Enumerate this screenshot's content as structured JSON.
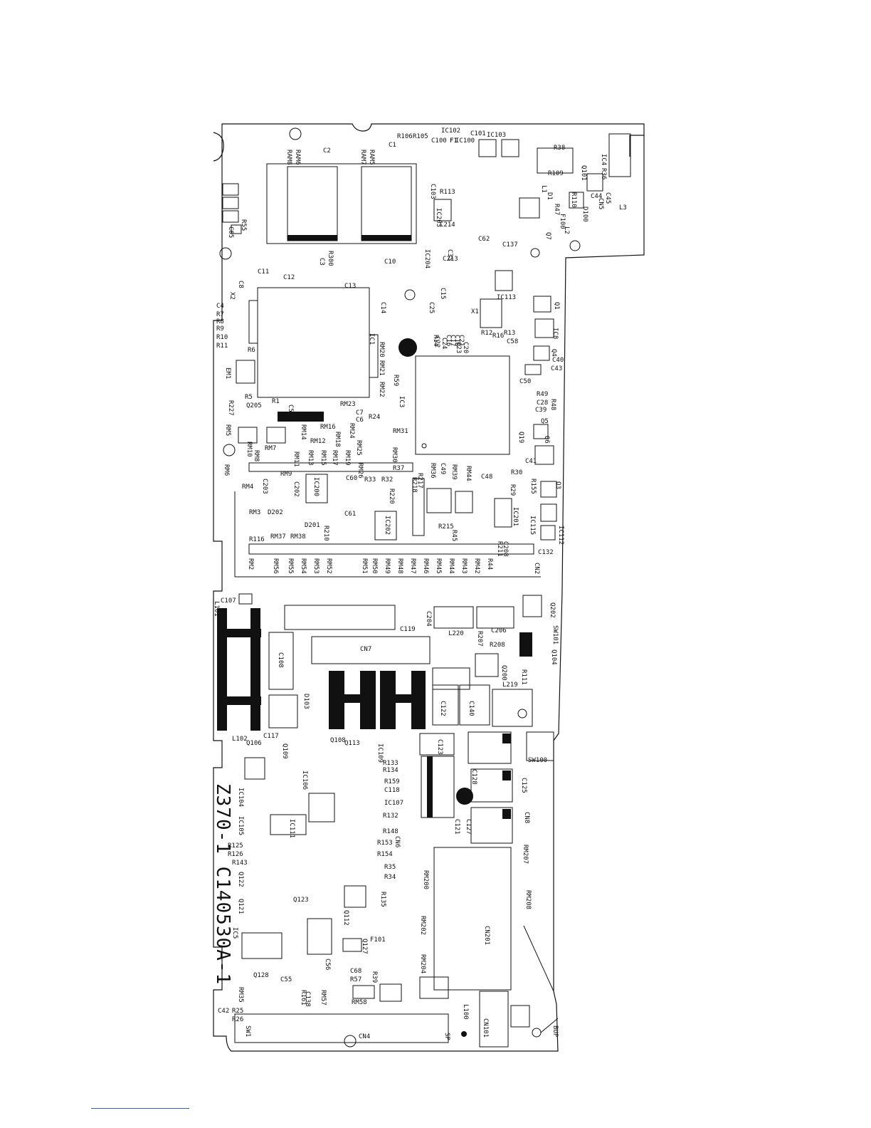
{
  "board_id": "Z370-1  C140530A-1",
  "labels": [
    "R106",
    "R105",
    "IC102",
    "C101",
    "IC103",
    "C100",
    "F1",
    "IC100",
    "C1",
    "RAM6",
    "RAM8",
    "C2",
    "RAM5",
    "RAM7",
    "R38",
    "IC4",
    "R36",
    "C44",
    "C45",
    "L3",
    "CN5",
    "D100",
    "R110",
    "R109",
    "Q101",
    "L1",
    "D1",
    "R47",
    "F100",
    "L2",
    "Q7",
    "C137",
    "C62",
    "IC113",
    "X1",
    "Q1",
    "IC8",
    "Q4",
    "C40",
    "C43",
    "C50",
    "R49",
    "R48",
    "C28",
    "C39",
    "Q5",
    "Q6",
    "Q19",
    "R155",
    "Q3",
    "IC115",
    "IC112",
    "C132",
    "C41",
    "R30",
    "R29",
    "C48",
    "IC201",
    "RM44",
    "RM39",
    "C49",
    "RM36",
    "R217",
    "R218",
    "R220",
    "R32",
    "R33",
    "C60",
    "IC200",
    "C202",
    "C203",
    "RM4",
    "RM3",
    "D202",
    "D201",
    "R210",
    "F1",
    "C61",
    "IC202",
    "R116",
    "RM37",
    "RM38",
    "C11",
    "C12",
    "C13",
    "C14",
    "C8",
    "X2",
    "C4",
    "R7",
    "R8",
    "R9",
    "R10",
    "R11",
    "R6",
    "IC1",
    "RM20",
    "RM21",
    "RM22",
    "R59",
    "IC3",
    "EM1",
    "R5",
    "R227",
    "Q205",
    "R1",
    "C5",
    "RM23",
    "R24",
    "C6",
    "C7",
    "RM5",
    "RM10",
    "RM6",
    "RM8",
    "RM7",
    "RM9",
    "RM14",
    "RM16",
    "RM11",
    "RM12",
    "RM13",
    "RM15",
    "RM17",
    "RM18",
    "RM19",
    "RM24",
    "RM25",
    "RM26",
    "RM31",
    "RM30",
    "R37",
    "RM2",
    "RM56",
    "RM55",
    "RM54",
    "RM53",
    "RM52",
    "RM51",
    "RM50",
    "RM49",
    "RM48",
    "RM47",
    "RM46",
    "RM45",
    "RM44",
    "RM43",
    "RM42",
    "R44",
    "R211",
    "C208",
    "R215",
    "R45",
    "CN2",
    "R300",
    "C3",
    "C10",
    "R55",
    "C65",
    "C103",
    "IC203",
    "R113",
    "C214",
    "C213",
    "IC204",
    "C35",
    "C25",
    "C15",
    "C24",
    "C23",
    "C20",
    "C16",
    "C17",
    "C18",
    "C21",
    "C22",
    "R12",
    "R16",
    "R13",
    "C58",
    "R14",
    "C107",
    "L101",
    "C204",
    "C119",
    "L220",
    "R207",
    "C206",
    "R208",
    "Q202",
    "SW101",
    "Q104",
    "R111",
    "Q200",
    "L219",
    "C108",
    "CN7",
    "D103",
    "IC104",
    "C122",
    "C140",
    "L102",
    "C117",
    "Q106",
    "Q109",
    "Q108",
    "Q113",
    "IC109",
    "R133",
    "R134",
    "R159",
    "C118",
    "IC107",
    "R132",
    "R148",
    "R153",
    "R154",
    "R35",
    "R34",
    "CN6",
    "IC106",
    "IC111",
    "IC105",
    "R125",
    "R126",
    "R143",
    "Q122",
    "Q121",
    "Q123",
    "Q112",
    "R135",
    "IC5",
    "Q127",
    "F101",
    "C56",
    "C68",
    "R57",
    "R39",
    "Q128",
    "C55",
    "RM35",
    "R25",
    "C42",
    "R26",
    "R161",
    "C138",
    "RM57",
    "RM58",
    "SW1",
    "CN4",
    "SP",
    "C123",
    "C128",
    "C121",
    "C127",
    "C125",
    "CN8",
    "SW100",
    "RM207",
    "RM200",
    "RM202",
    "RM204",
    "RM208",
    "CN201",
    "CN101",
    "BUP",
    "L100"
  ]
}
